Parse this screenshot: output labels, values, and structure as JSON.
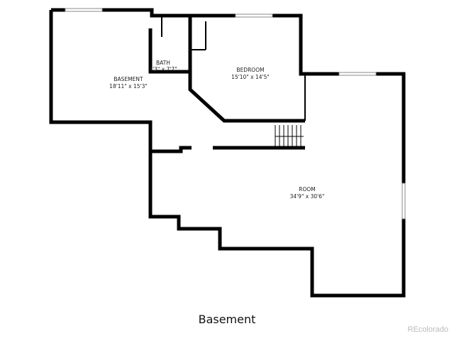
{
  "floor_title": "Basement",
  "watermark": "REcolorado",
  "rooms": [
    {
      "name": "BASEMENT",
      "dims": "18'11\" x 15'3\""
    },
    {
      "name": "BATH",
      "dims": "5'3\" x 7'7\""
    },
    {
      "name": "BEDROOM",
      "dims": "15'10\" x 14'5\""
    },
    {
      "name": "ROOM",
      "dims": "34'9\" x 30'6\""
    }
  ],
  "colors": {
    "wall": "#000000",
    "background": "#ffffff"
  }
}
